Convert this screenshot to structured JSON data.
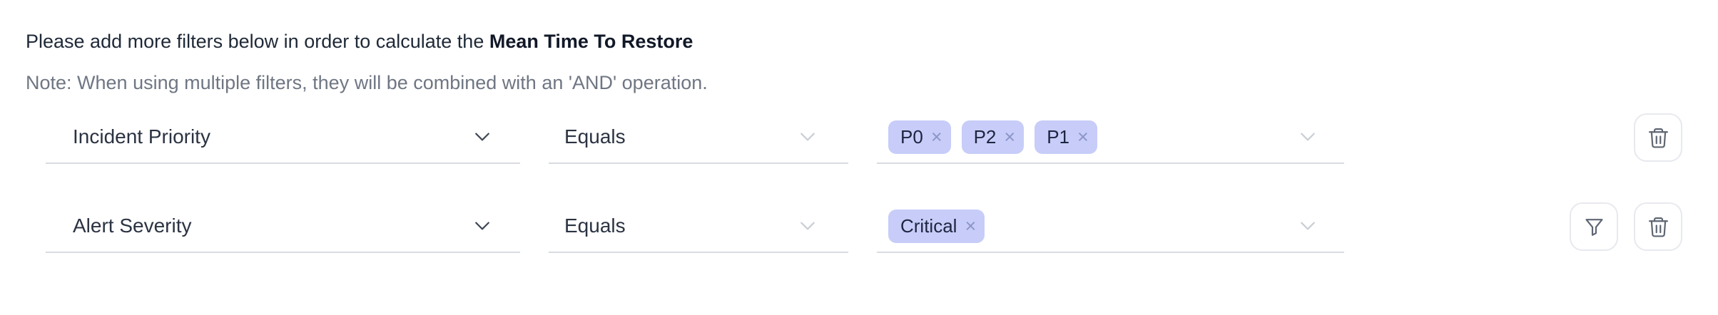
{
  "header": {
    "intro_prefix": "Please add more filters below in order to calculate the ",
    "intro_highlight": "Mean Time To Restore",
    "note": "Note: When using multiple filters, they will be combined with an 'AND' operation."
  },
  "icons": {
    "remove_tag": "×"
  },
  "colors": {
    "tag_background": "#c7cdf8",
    "tag_text": "#1c2540",
    "underline": "#d8dbe1",
    "label_text": "#2b3342"
  },
  "filters": {
    "rows": [
      {
        "field": "Incident Priority",
        "operator": "Equals",
        "values": [
          "P0",
          "P2",
          "P1"
        ]
      },
      {
        "field": "Alert Severity",
        "operator": "Equals",
        "values": [
          "Critical"
        ]
      }
    ]
  }
}
